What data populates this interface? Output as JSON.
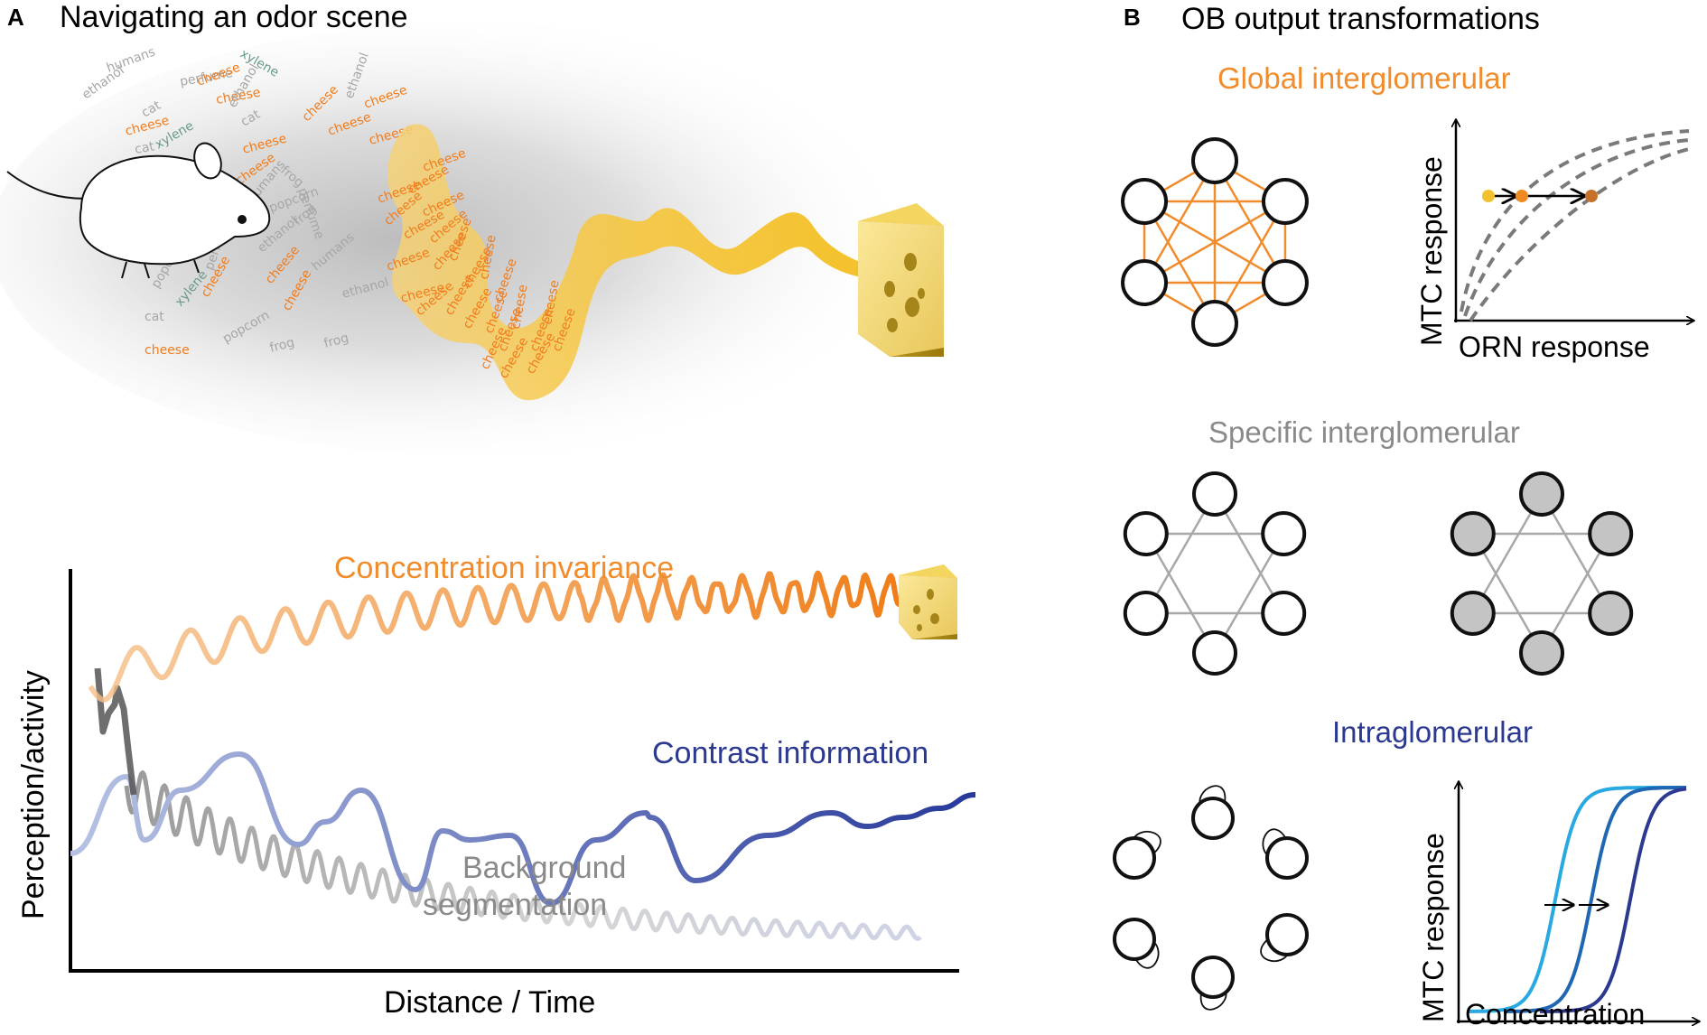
{
  "panel_a": {
    "letter": "A",
    "title": "Navigating an odor scene",
    "odor_words": [
      {
        "text": "ethanol",
        "kind": "gray"
      },
      {
        "text": "humans",
        "kind": "gray"
      },
      {
        "text": "perfume",
        "kind": "gray"
      },
      {
        "text": "xylene",
        "kind": "green"
      },
      {
        "text": "cheese",
        "kind": "cheese"
      },
      {
        "text": "cat",
        "kind": "gray"
      },
      {
        "text": "cheese",
        "kind": "cheese"
      },
      {
        "text": "ethanol",
        "kind": "gray"
      },
      {
        "text": "xylene",
        "kind": "green"
      },
      {
        "text": "cheese",
        "kind": "cheese"
      },
      {
        "text": "frog",
        "kind": "gray"
      },
      {
        "text": "popcorn",
        "kind": "gray"
      },
      {
        "text": "cheese",
        "kind": "cheese"
      },
      {
        "text": "perfume",
        "kind": "gray"
      },
      {
        "text": "cheese",
        "kind": "cheese"
      },
      {
        "text": "cat",
        "kind": "gray"
      },
      {
        "text": "ethanol",
        "kind": "gray"
      },
      {
        "text": "cheese",
        "kind": "cheese"
      },
      {
        "text": "xylene",
        "kind": "green"
      },
      {
        "text": "frog",
        "kind": "gray"
      },
      {
        "text": "humans",
        "kind": "gray"
      },
      {
        "text": "cheese",
        "kind": "cheese"
      },
      {
        "text": "popcorn",
        "kind": "gray"
      },
      {
        "text": "cheese",
        "kind": "cheese"
      },
      {
        "text": "ethanol",
        "kind": "gray"
      },
      {
        "text": "cat",
        "kind": "gray"
      },
      {
        "text": "cheese",
        "kind": "cheese"
      },
      {
        "text": "frog",
        "kind": "gray"
      },
      {
        "text": "perfume",
        "kind": "gray"
      },
      {
        "text": "cheese",
        "kind": "cheese"
      },
      {
        "text": "xylene",
        "kind": "green"
      },
      {
        "text": "popcorn",
        "kind": "gray"
      },
      {
        "text": "cheese",
        "kind": "cheese"
      },
      {
        "text": "humans",
        "kind": "gray"
      },
      {
        "text": "ethanol",
        "kind": "gray"
      },
      {
        "text": "cheese",
        "kind": "cheese"
      },
      {
        "text": "frog",
        "kind": "gray"
      },
      {
        "text": "cheese",
        "kind": "cheese"
      },
      {
        "text": "cat",
        "kind": "gray"
      },
      {
        "text": "cheese",
        "kind": "cheese"
      }
    ],
    "plume_word": "cheese",
    "plot": {
      "ylabel": "Perception/activity",
      "xlabel": "Distance / Time",
      "curves": {
        "concentration": {
          "label": "Concentration invariance",
          "color": "#f08c2c"
        },
        "contrast": {
          "label": "Contrast information",
          "color": "#2b3990"
        },
        "background_line1": "Background",
        "background_line2": "segmentation",
        "background_color": "#8a8a8a"
      }
    }
  },
  "panel_b": {
    "letter": "B",
    "title": "OB output transformations",
    "global": {
      "title": "Global interglomerular",
      "color": "#f08c2c",
      "plot": {
        "ylabel": "MTC response",
        "xlabel": "ORN response"
      }
    },
    "specific": {
      "title": "Specific interglomerular",
      "color": "#8a8a8a"
    },
    "intra": {
      "title": "Intraglomerular",
      "color": "#2b3990",
      "plot": {
        "ylabel": "MTC response",
        "xlabel": "Concentration",
        "curve_colors": [
          "#29a9e1",
          "#1f66b3",
          "#2b3990"
        ]
      }
    }
  }
}
